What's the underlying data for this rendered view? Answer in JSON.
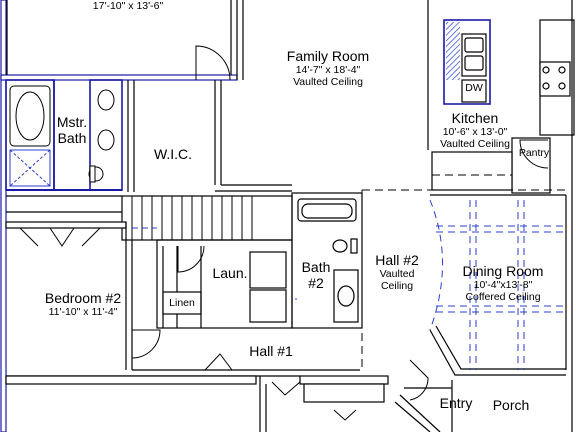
{
  "rooms": {
    "top_room": {
      "dims": "17'-10\" x 13'-6\""
    },
    "family_room": {
      "name": "Family Room",
      "dims": "14'-7\" x 18'-4\"",
      "note": "Vaulted Ceiling"
    },
    "kitchen": {
      "name": "Kitchen",
      "dims": "10'-6\" x 13'-0\"",
      "note": "Vaulted Ceiling"
    },
    "dishwasher": {
      "label": "DW"
    },
    "pantry": {
      "name": "Pantry"
    },
    "master_bath": {
      "line1": "Mstr.",
      "line2": "Bath"
    },
    "wic": {
      "name": "W.I.C."
    },
    "laundry": {
      "name": "Laun."
    },
    "bath2": {
      "line1": "Bath",
      "line2": "#2"
    },
    "hall2": {
      "line1": "Hall #2",
      "line2": "Vaulted",
      "line3": "Ceiling"
    },
    "dining_room": {
      "name": "Dining Room",
      "dims": "10'-4\"x13'-8\"",
      "note": "Coffered Ceiling"
    },
    "bedroom2": {
      "name": "Bedroom #2",
      "dims": "11'-10\" x 11'-4\""
    },
    "linen": {
      "name": "Linen"
    },
    "hall1": {
      "name": "Hall #1"
    },
    "entry": {
      "name": "Entry"
    },
    "porch": {
      "name": "Porch"
    }
  },
  "colors": {
    "wall_fill": "#ffffff",
    "wall_edge": "#1a1aa6",
    "line": "#000000",
    "accent_blue": "#2a3fd0"
  }
}
